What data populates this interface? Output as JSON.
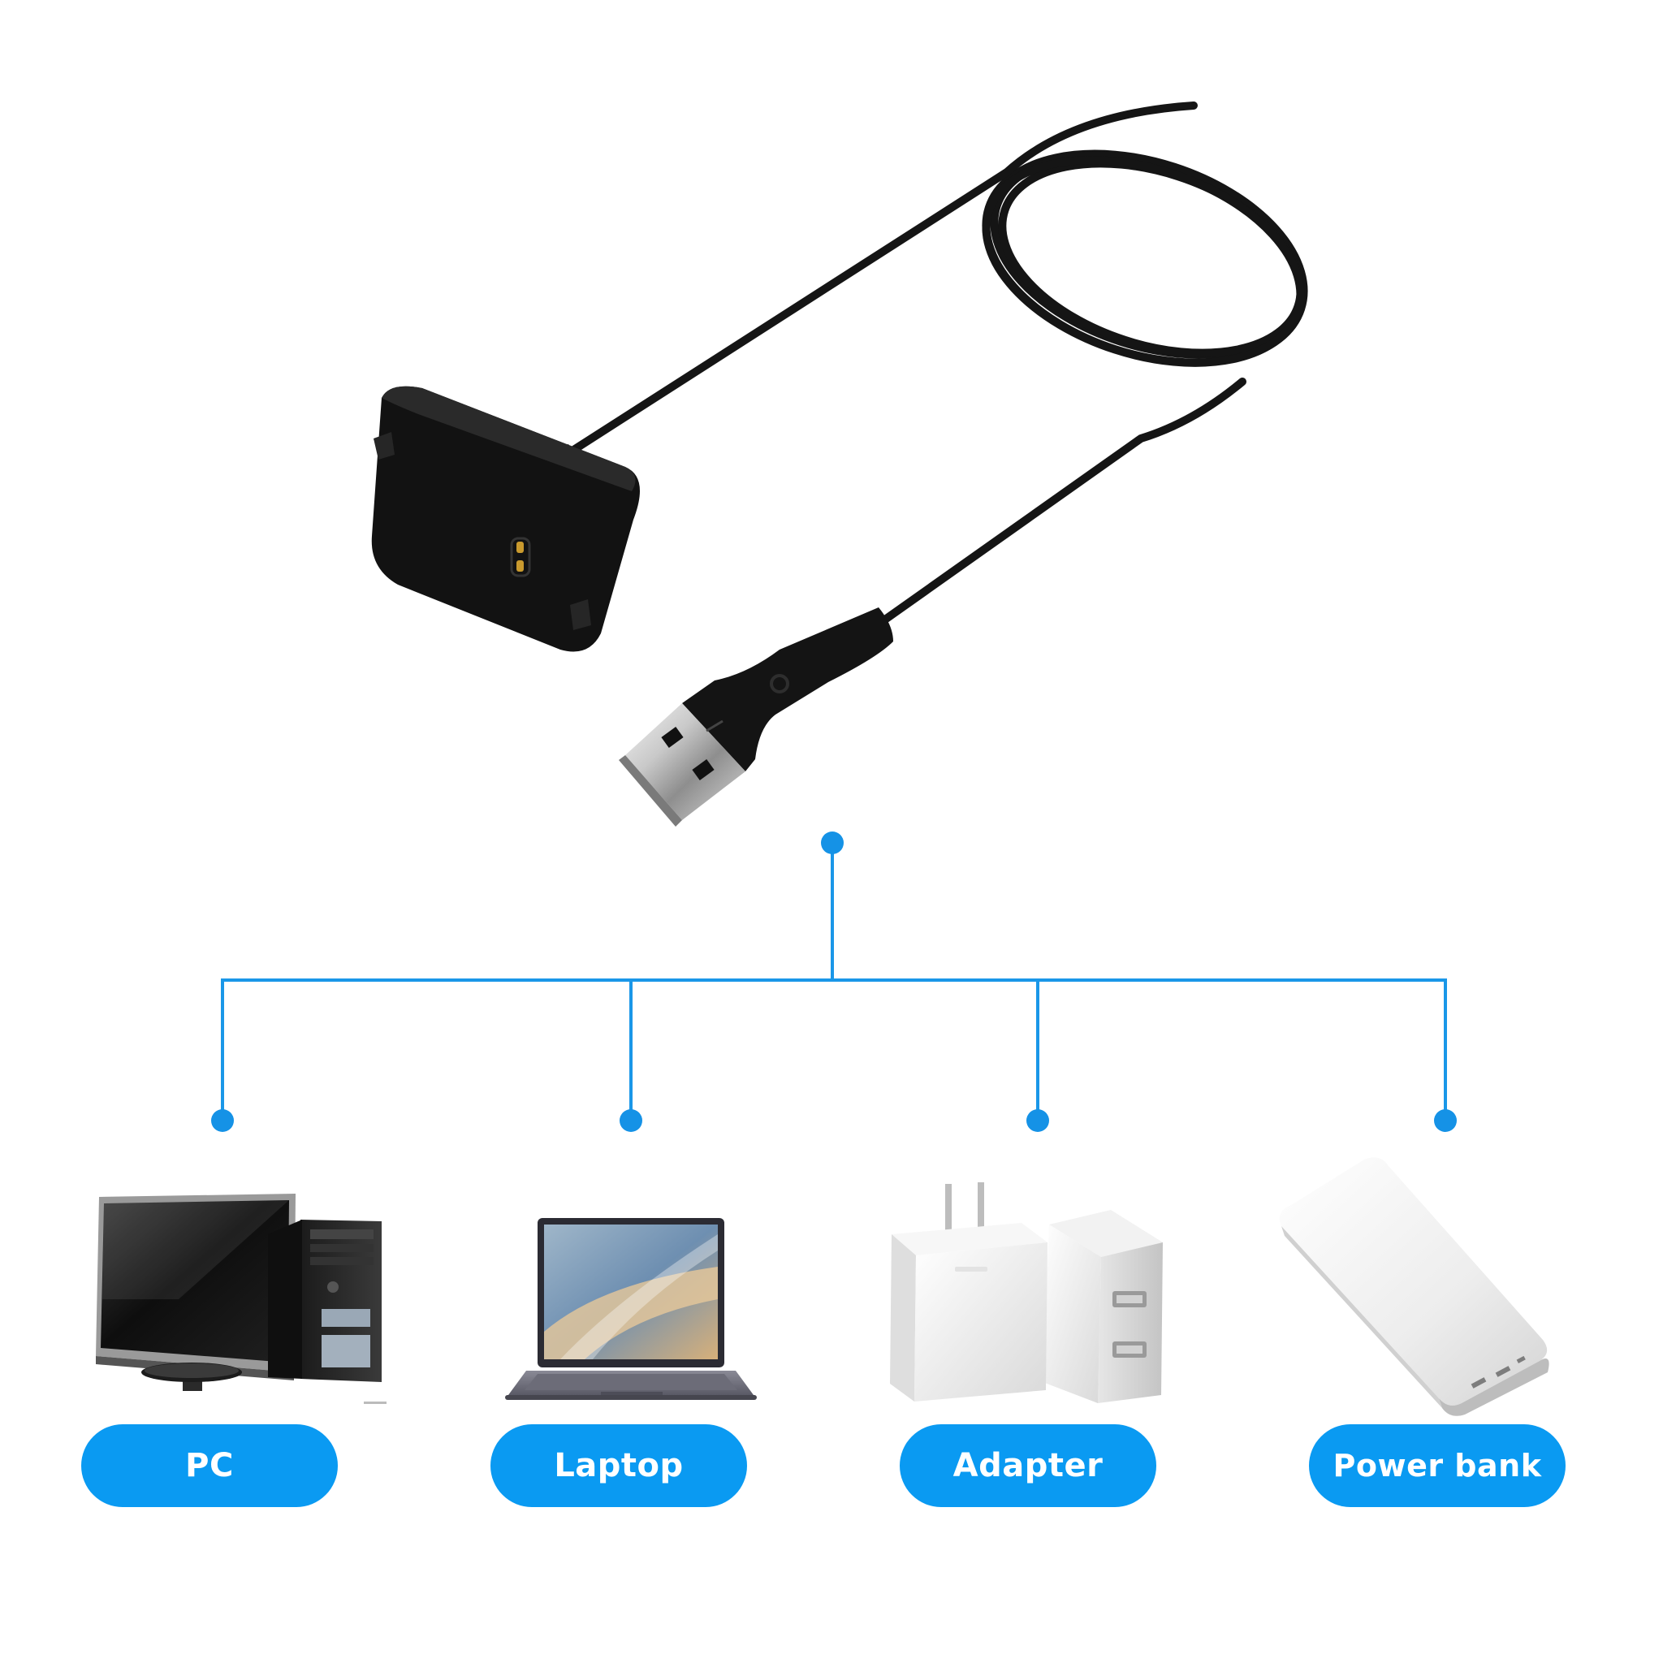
{
  "colors": {
    "accent": "#0a9af2",
    "line": "#1a97e8",
    "cable": "#151515"
  },
  "icons": {
    "cable": "usb-charging-cable",
    "pc": "desktop-pc",
    "laptop": "laptop",
    "adapter": "usb-wall-adapter",
    "powerbank": "power-bank"
  },
  "labels": {
    "pc": "PC",
    "laptop": "Laptop",
    "adapter": "Adapter",
    "powerbank": "Power bank"
  }
}
